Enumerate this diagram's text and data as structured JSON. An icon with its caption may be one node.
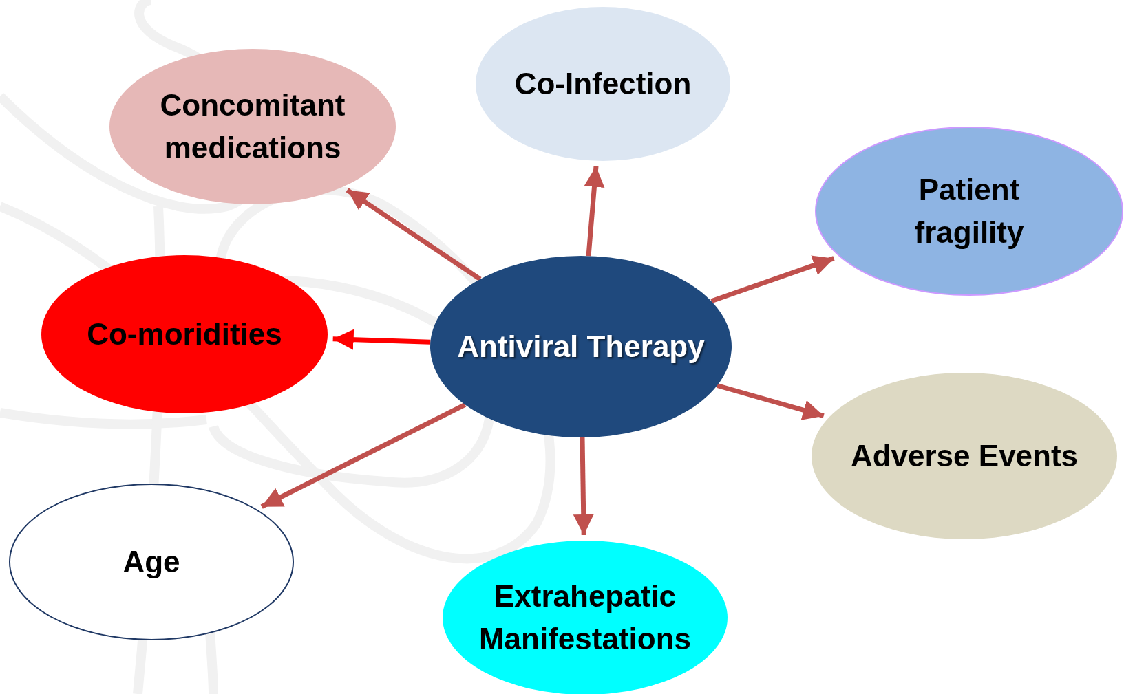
{
  "diagram": {
    "nodes": [
      {
        "text": [
          "Antiviral Therapy"
        ]
      },
      {
        "text": [
          "Concomitant medications"
        ]
      },
      {
        "text": [
          "Co-Infection"
        ]
      },
      {
        "text": [
          "Patient fragility"
        ]
      },
      {
        "text": [
          "Co-moridities"
        ]
      },
      {
        "text": [
          "Adverse Events"
        ]
      },
      {
        "text": [
          "Age"
        ]
      },
      {
        "text": [
          "Extrahepatic Manifestations"
        ]
      }
    ],
    "edges": [
      {
        "from": 0,
        "to": 1,
        "arrow": "to"
      },
      {
        "from": 0,
        "to": 2,
        "arrow": "to"
      },
      {
        "from": 0,
        "to": 3,
        "arrow": "to"
      },
      {
        "from": 0,
        "to": 4,
        "arrow": "to",
        "color": "#ff0000"
      },
      {
        "from": 0,
        "to": 5,
        "arrow": "to"
      },
      {
        "from": 0,
        "to": 6,
        "arrow": "to"
      },
      {
        "from": 0,
        "to": 7,
        "arrow": "to"
      }
    ]
  }
}
